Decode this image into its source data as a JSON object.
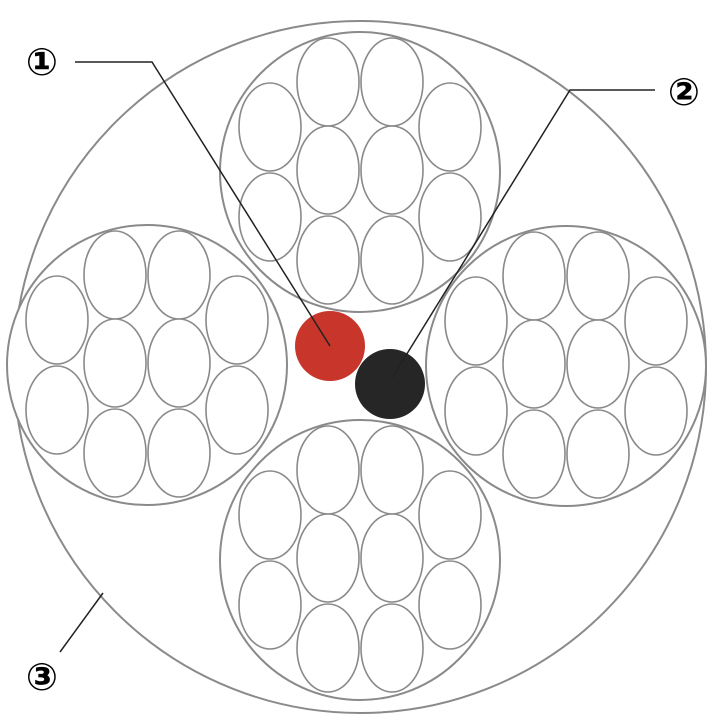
{
  "colors": {
    "background": "#ffffff",
    "outline": "#8a8a8a",
    "leader": "#222222",
    "core_red": "#c8352a",
    "core_black": "#262626"
  },
  "callouts": [
    {
      "label": "①",
      "target": "red-core"
    },
    {
      "label": "②",
      "target": "black-core"
    },
    {
      "label": "③",
      "target": "outer-sheath"
    }
  ]
}
